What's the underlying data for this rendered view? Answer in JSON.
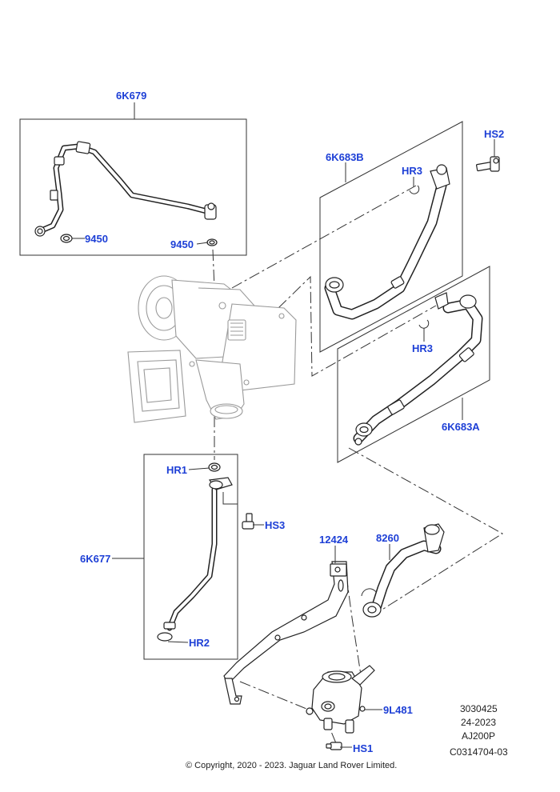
{
  "callouts": {
    "p6k679": "6K679",
    "c9450a": "9450",
    "c9450b": "9450",
    "p6k683b": "6K683B",
    "hs2": "HS2",
    "hr3_top": "HR3",
    "hr3_bottom": "HR3",
    "p6k683a": "6K683A",
    "hr1": "HR1",
    "hs3": "HS3",
    "p6k677": "6K677",
    "hr2": "HR2",
    "p12424": "12424",
    "p8260": "8260",
    "p9l481": "9L481",
    "hs1": "HS1"
  },
  "reference": {
    "line1": "3030425",
    "line2": "24-2023",
    "line3": "AJ200P",
    "line4": "C0314704-03"
  },
  "copyright": "© Copyright, 2020 - 2023. Jaguar Land Rover Limited.",
  "colors": {
    "callout": "#1d3fd6",
    "line": "#222222",
    "turbo": "#9a9a9a"
  }
}
